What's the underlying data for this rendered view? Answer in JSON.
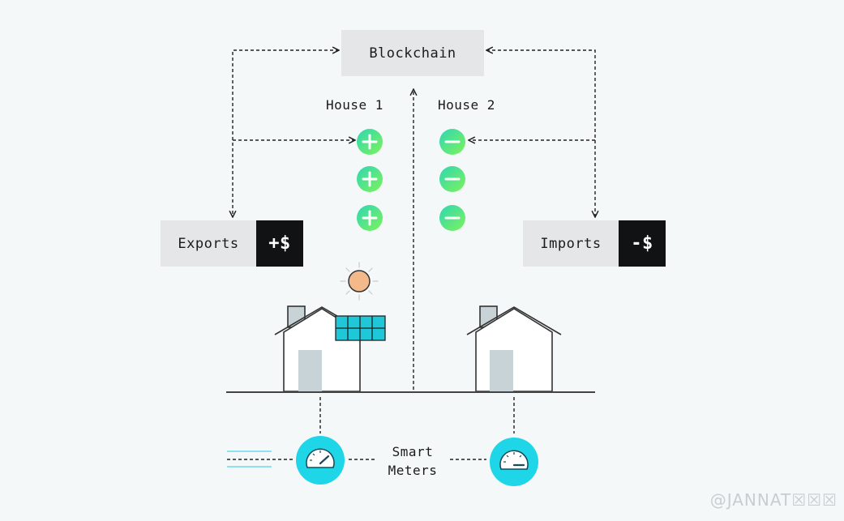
{
  "diagram": {
    "blockchain_label": "Blockchain",
    "house1_label": "House 1",
    "house2_label": "House 2",
    "exports_label": "Exports",
    "exports_amount": "+$",
    "imports_label": "Imports",
    "imports_amount": "-$",
    "meters_line1": "Smart",
    "meters_line2": "Meters",
    "plus_symbol": "+",
    "minus_symbol": "−"
  },
  "watermark": "@JANNAT☒☒☒",
  "colors": {
    "token_start": "#2fd6b4",
    "token_end": "#7ef35a",
    "meter": "#1ed6e8",
    "solar_panel": "#1ec8d8",
    "sun": "#f3b98b",
    "door": "#c8d3d7",
    "chimney": "#c8d3d7",
    "dark_box": "#101214",
    "light_box": "#e4e6e7"
  }
}
